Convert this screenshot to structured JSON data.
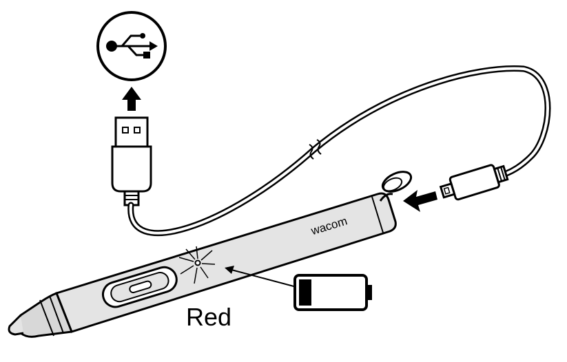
{
  "diagram": {
    "brand_label": "wacom",
    "led_color_label": "Red",
    "usb_symbol": "usb-icon",
    "battery_state": "low",
    "battery_level_fraction": 0.2,
    "colors": {
      "line": "#000000",
      "pen_body": "#e2e2e2",
      "pen_barrel": "#dcdcdc",
      "background": "#ffffff"
    }
  }
}
